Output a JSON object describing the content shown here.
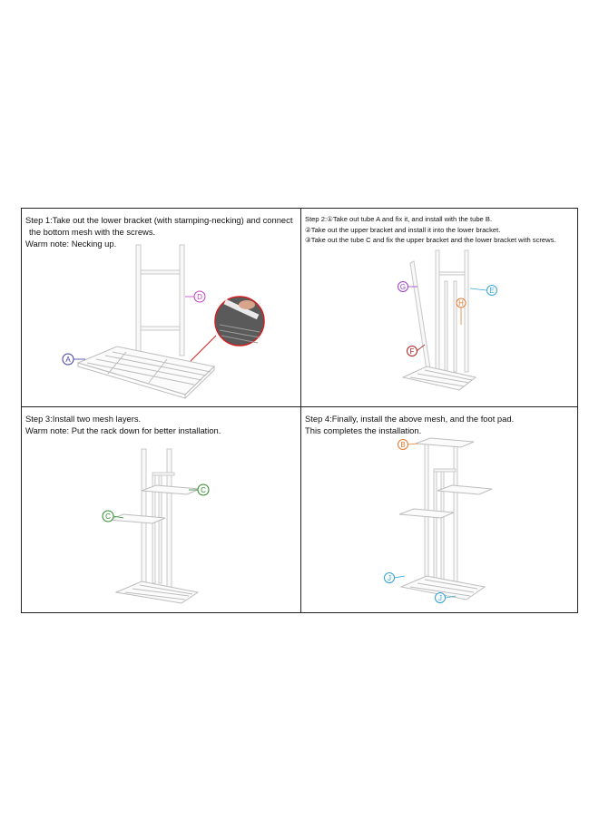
{
  "steps": [
    {
      "lines": [
        "Step 1:Take out the lower bracket (with stamping-necking) and connect",
        " the bottom mesh with the screws.",
        "Warm note: Necking up."
      ],
      "labels": [
        "A",
        "D"
      ]
    },
    {
      "lines": [
        "Step 2:①Take out tube A and fix it, and install with the tube B.",
        "②Take out the upper bracket and install it into the lower bracket.",
        "③Take out the tube C and fix the upper bracket and the lower bracket with screws."
      ],
      "labels": [
        "G",
        "E",
        "H",
        "F"
      ]
    },
    {
      "lines": [
        "Step 3:Install two mesh layers.",
        "Warm note: Put the rack down for better installation."
      ],
      "labels": [
        "C",
        "C"
      ]
    },
    {
      "lines": [
        "Step 4:Finally, install the above mesh, and the foot pad.",
        "This completes the installation."
      ],
      "labels": [
        "B",
        "J",
        "J"
      ]
    }
  ],
  "colors": {
    "A": "#3a3a9e",
    "D": "#c03ec0",
    "G": "#9b3fc2",
    "E": "#3aa6d8",
    "H": "#e07a30",
    "F": "#b02020",
    "C": "#2a8a2a",
    "B": "#e07a30",
    "J": "#2a9fd8"
  }
}
